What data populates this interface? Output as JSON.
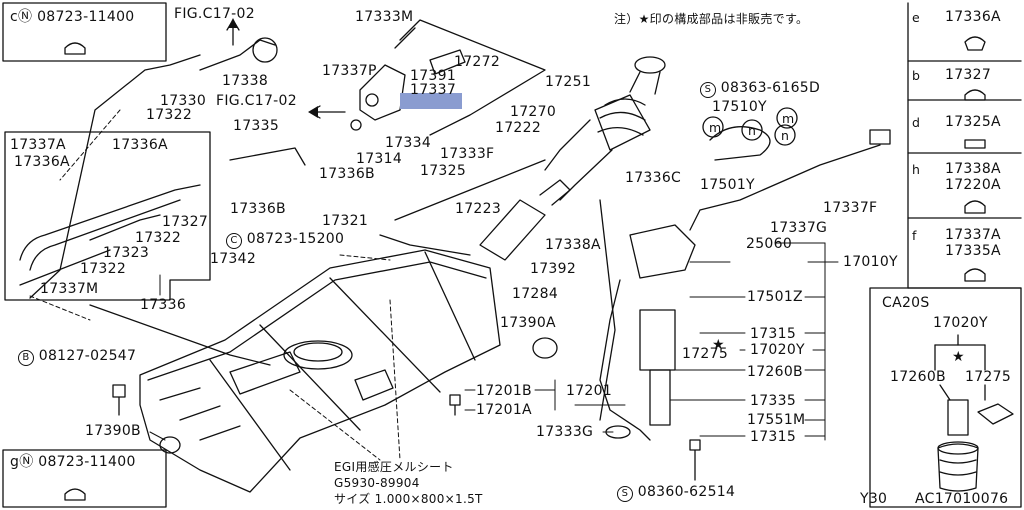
{
  "header": {
    "note": "注）★印の構成部品は非販売です。",
    "fig_ref_1": "FIG.C17-02",
    "fig_ref_2": "FIG.C17-02"
  },
  "legend_left": {
    "top": {
      "marker": "c",
      "part": "08723-11400"
    },
    "bottom": {
      "marker": "g",
      "part": "08723-11400"
    }
  },
  "legend_right": [
    {
      "marker": "e",
      "part": "17336A"
    },
    {
      "marker": "b",
      "part": "17327"
    },
    {
      "marker": "d",
      "part": "17325A"
    },
    {
      "marker": "h",
      "part": "17338A",
      "part2": "17220A"
    },
    {
      "marker": "f",
      "part": "17337A",
      "part2": "17335A"
    }
  ],
  "inset": {
    "title": "CA20S",
    "parts": [
      "17020Y",
      "17260B",
      "17275"
    ]
  },
  "labels": {
    "p17333M": "17333M",
    "p17338": "17338",
    "p17330": "17330",
    "p17322a": "17322",
    "p17337P": "17337P",
    "p17391": "17391",
    "p17337": "17337",
    "p17272": "17272",
    "p17251": "17251",
    "p08363": "08363-6165D",
    "p17510Y": "17510Y",
    "p17270": "17270",
    "p17222": "17222",
    "p17334": "17334",
    "p17314": "17314",
    "p17333F": "17333F",
    "p17335a": "17335",
    "p17336B": "17336B",
    "p17325": "17325",
    "p17336C": "17336C",
    "p17501Y": "17501Y",
    "p17337F": "17337F",
    "p17337A": "17337A",
    "p17336A": "17336A",
    "p17336Aa": "17336A",
    "p17327": "17327",
    "p17322b": "17322",
    "p17323": "17323",
    "p17322c": "17322",
    "p17336Bb": "17336B",
    "p17321": "17321",
    "p17223": "17223",
    "p17338A": "17338A",
    "p17337G": "17337G",
    "p25060": "25060",
    "p08723_15200": "08723-15200",
    "p17342": "17342",
    "p17392": "17392",
    "p17010Y": "17010Y",
    "p17337M": "17337M",
    "p17336": "17336",
    "p17284": "17284",
    "p17501Z": "17501Z",
    "p17390A": "17390A",
    "p17315a": "17315",
    "p17275": "17275",
    "p17020Y": "17020Y",
    "p08127": "08127-02547",
    "p17260B": "17260B",
    "p17201B": "17201B",
    "p17201": "17201",
    "p17201A": "17201A",
    "p17335b": "17335",
    "p17551M": "17551M",
    "p17390B": "17390B",
    "p17333G": "17333G",
    "p17315b": "17315",
    "p08360": "08360-62514",
    "p08723_a": "08723-11400"
  },
  "part_markers": {
    "b08127": "B",
    "c08723_15200": "C",
    "s08363": "S",
    "s08360": "S"
  },
  "callout_letters": [
    "m",
    "n",
    "m",
    "n"
  ],
  "notes": {
    "egi_line1": "EGI用感圧メルシート",
    "egi_line2": "G5930-89904",
    "egi_line3": "サイズ 1.000×800×1.5T"
  },
  "footer": {
    "model": "Y30",
    "code": "AC17010076"
  }
}
